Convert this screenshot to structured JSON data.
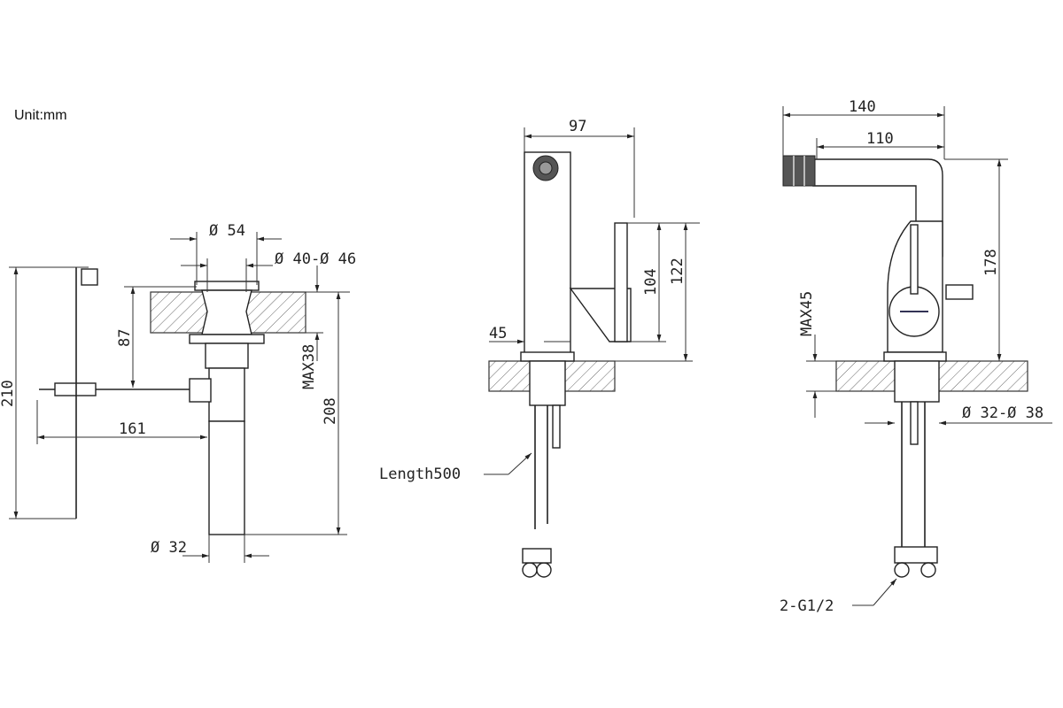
{
  "unit_label": "Unit:mm",
  "dimensions": {
    "d54": "Ø 54",
    "d40_46": "Ø 40-Ø 46",
    "h87": "87",
    "max38": "MAX38",
    "h210": "210",
    "h208": "208",
    "w161": "161",
    "d32": "Ø 32",
    "w97": "97",
    "h104": "104",
    "h122": "122",
    "w45": "45",
    "length500": "Length500",
    "w140": "140",
    "w110": "110",
    "h178": "178",
    "max45": "MAX45",
    "d32_38": "Ø 32-Ø 38",
    "g12": "2-G1/2"
  }
}
